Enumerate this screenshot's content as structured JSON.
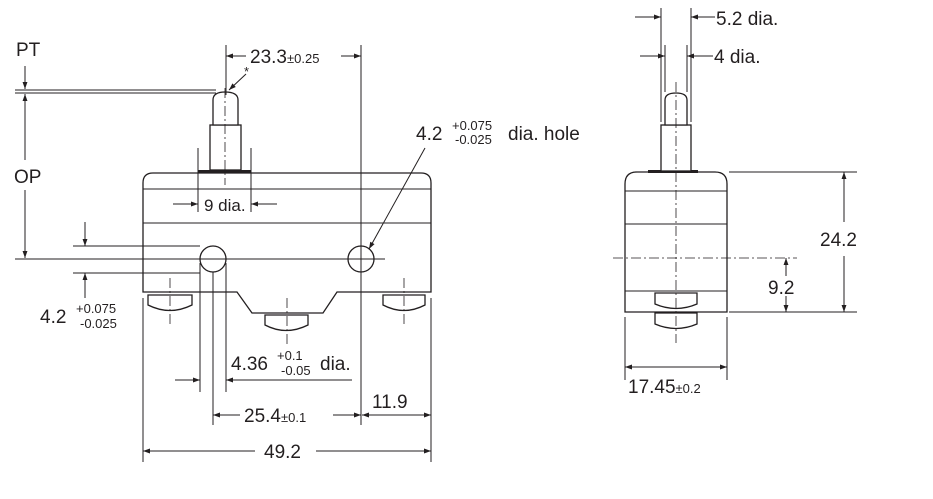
{
  "front_view": {
    "pt_label": "PT",
    "op_label": "OP",
    "asterisk": "*",
    "plunger_pos": {
      "value": "23.3",
      "tol": "±0.25"
    },
    "plunger_base": "9 dia.",
    "hole": {
      "value": "4.2",
      "tol_plus": "+0.075",
      "tol_minus": "-0.025",
      "suffix": "dia. hole"
    },
    "hole_height": {
      "value": "4.2",
      "tol_plus": "+0.075",
      "tol_minus": "-0.025"
    },
    "hole_dia": {
      "value": "4.36",
      "tol_plus": "+0.1",
      "tol_minus": "-0.05",
      "suffix": "dia."
    },
    "hole_pitch": {
      "value": "25.4",
      "tol": "±0.1"
    },
    "right_offset": "11.9",
    "overall_length": "49.2"
  },
  "side_view": {
    "outer_dia": "5.2 dia.",
    "inner_dia": "4 dia.",
    "height": "24.2",
    "hole_from_bottom": "9.2",
    "width": {
      "value": "17.45",
      "tol": "±0.2"
    }
  },
  "colors": {
    "ink": "#231f20",
    "background": "#ffffff"
  }
}
